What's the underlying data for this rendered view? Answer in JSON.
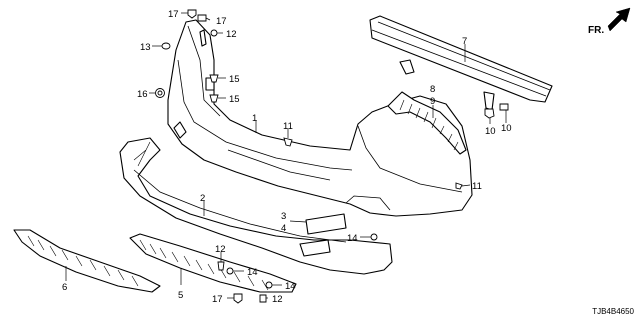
{
  "direction_label": "FR.",
  "diagram_code": "TJB4B4650",
  "callouts": [
    "1",
    "2",
    "3",
    "4",
    "5",
    "6",
    "7",
    "8",
    "9",
    "10",
    "10",
    "11",
    "11",
    "12",
    "12",
    "12",
    "13",
    "14",
    "14",
    "14",
    "15",
    "15",
    "16",
    "17",
    "17",
    "17"
  ]
}
